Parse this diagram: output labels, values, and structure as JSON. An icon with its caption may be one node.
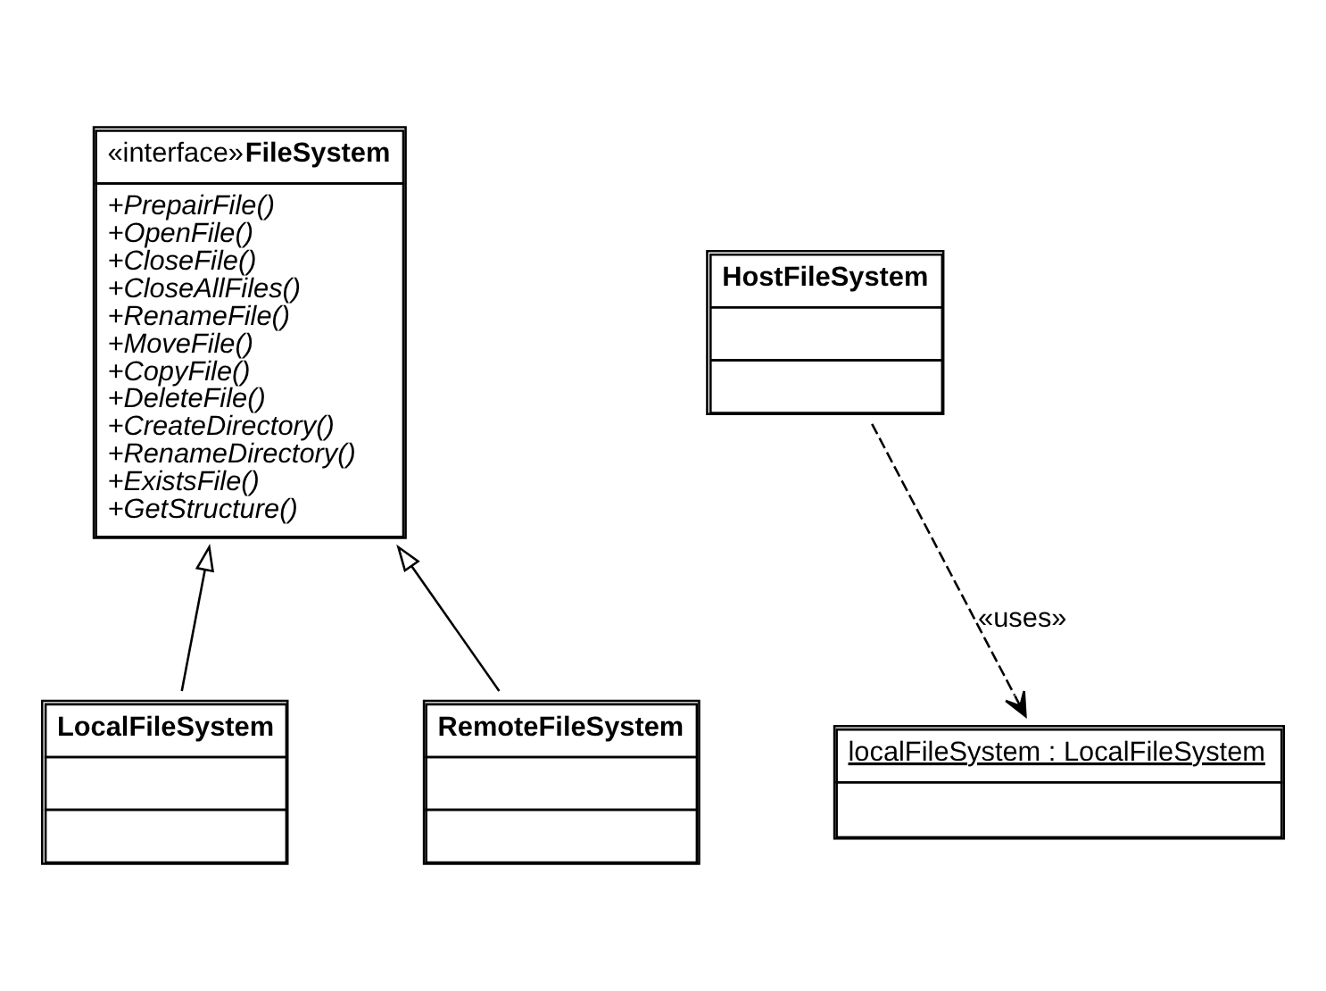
{
  "diagram": {
    "nodes": [
      {
        "text": [
          "«interface»**FileSystem**",
          "+PrepairFile()",
          "+OpenFile()",
          "+CloseFile()",
          "+CloseAllFiles()",
          "+RenameFile()",
          "+MoveFile()",
          "+CopyFile()",
          "+DeleteFile()",
          "+CreateDirectory()",
          "+RenameDirectory()",
          "+ExistsFile()",
          "+GetStructure()"
        ]
      },
      {
        "text": [
          "HostFileSystem"
        ]
      },
      {
        "text": [
          "localFileSystem : LocalFileSystem"
        ]
      },
      {
        "text": [
          "LocalFileSystem"
        ]
      },
      {
        "text": [
          "RemoteFileSystem"
        ]
      }
    ],
    "edges": [
      {
        "from": 1,
        "to": 2,
        "arrow": "to",
        "label": "«uses»",
        "style": "dashed"
      },
      {
        "from": 3,
        "to": 0,
        "arrow": "to"
      },
      {
        "from": 4,
        "to": 0,
        "arrow": "to"
      }
    ]
  }
}
